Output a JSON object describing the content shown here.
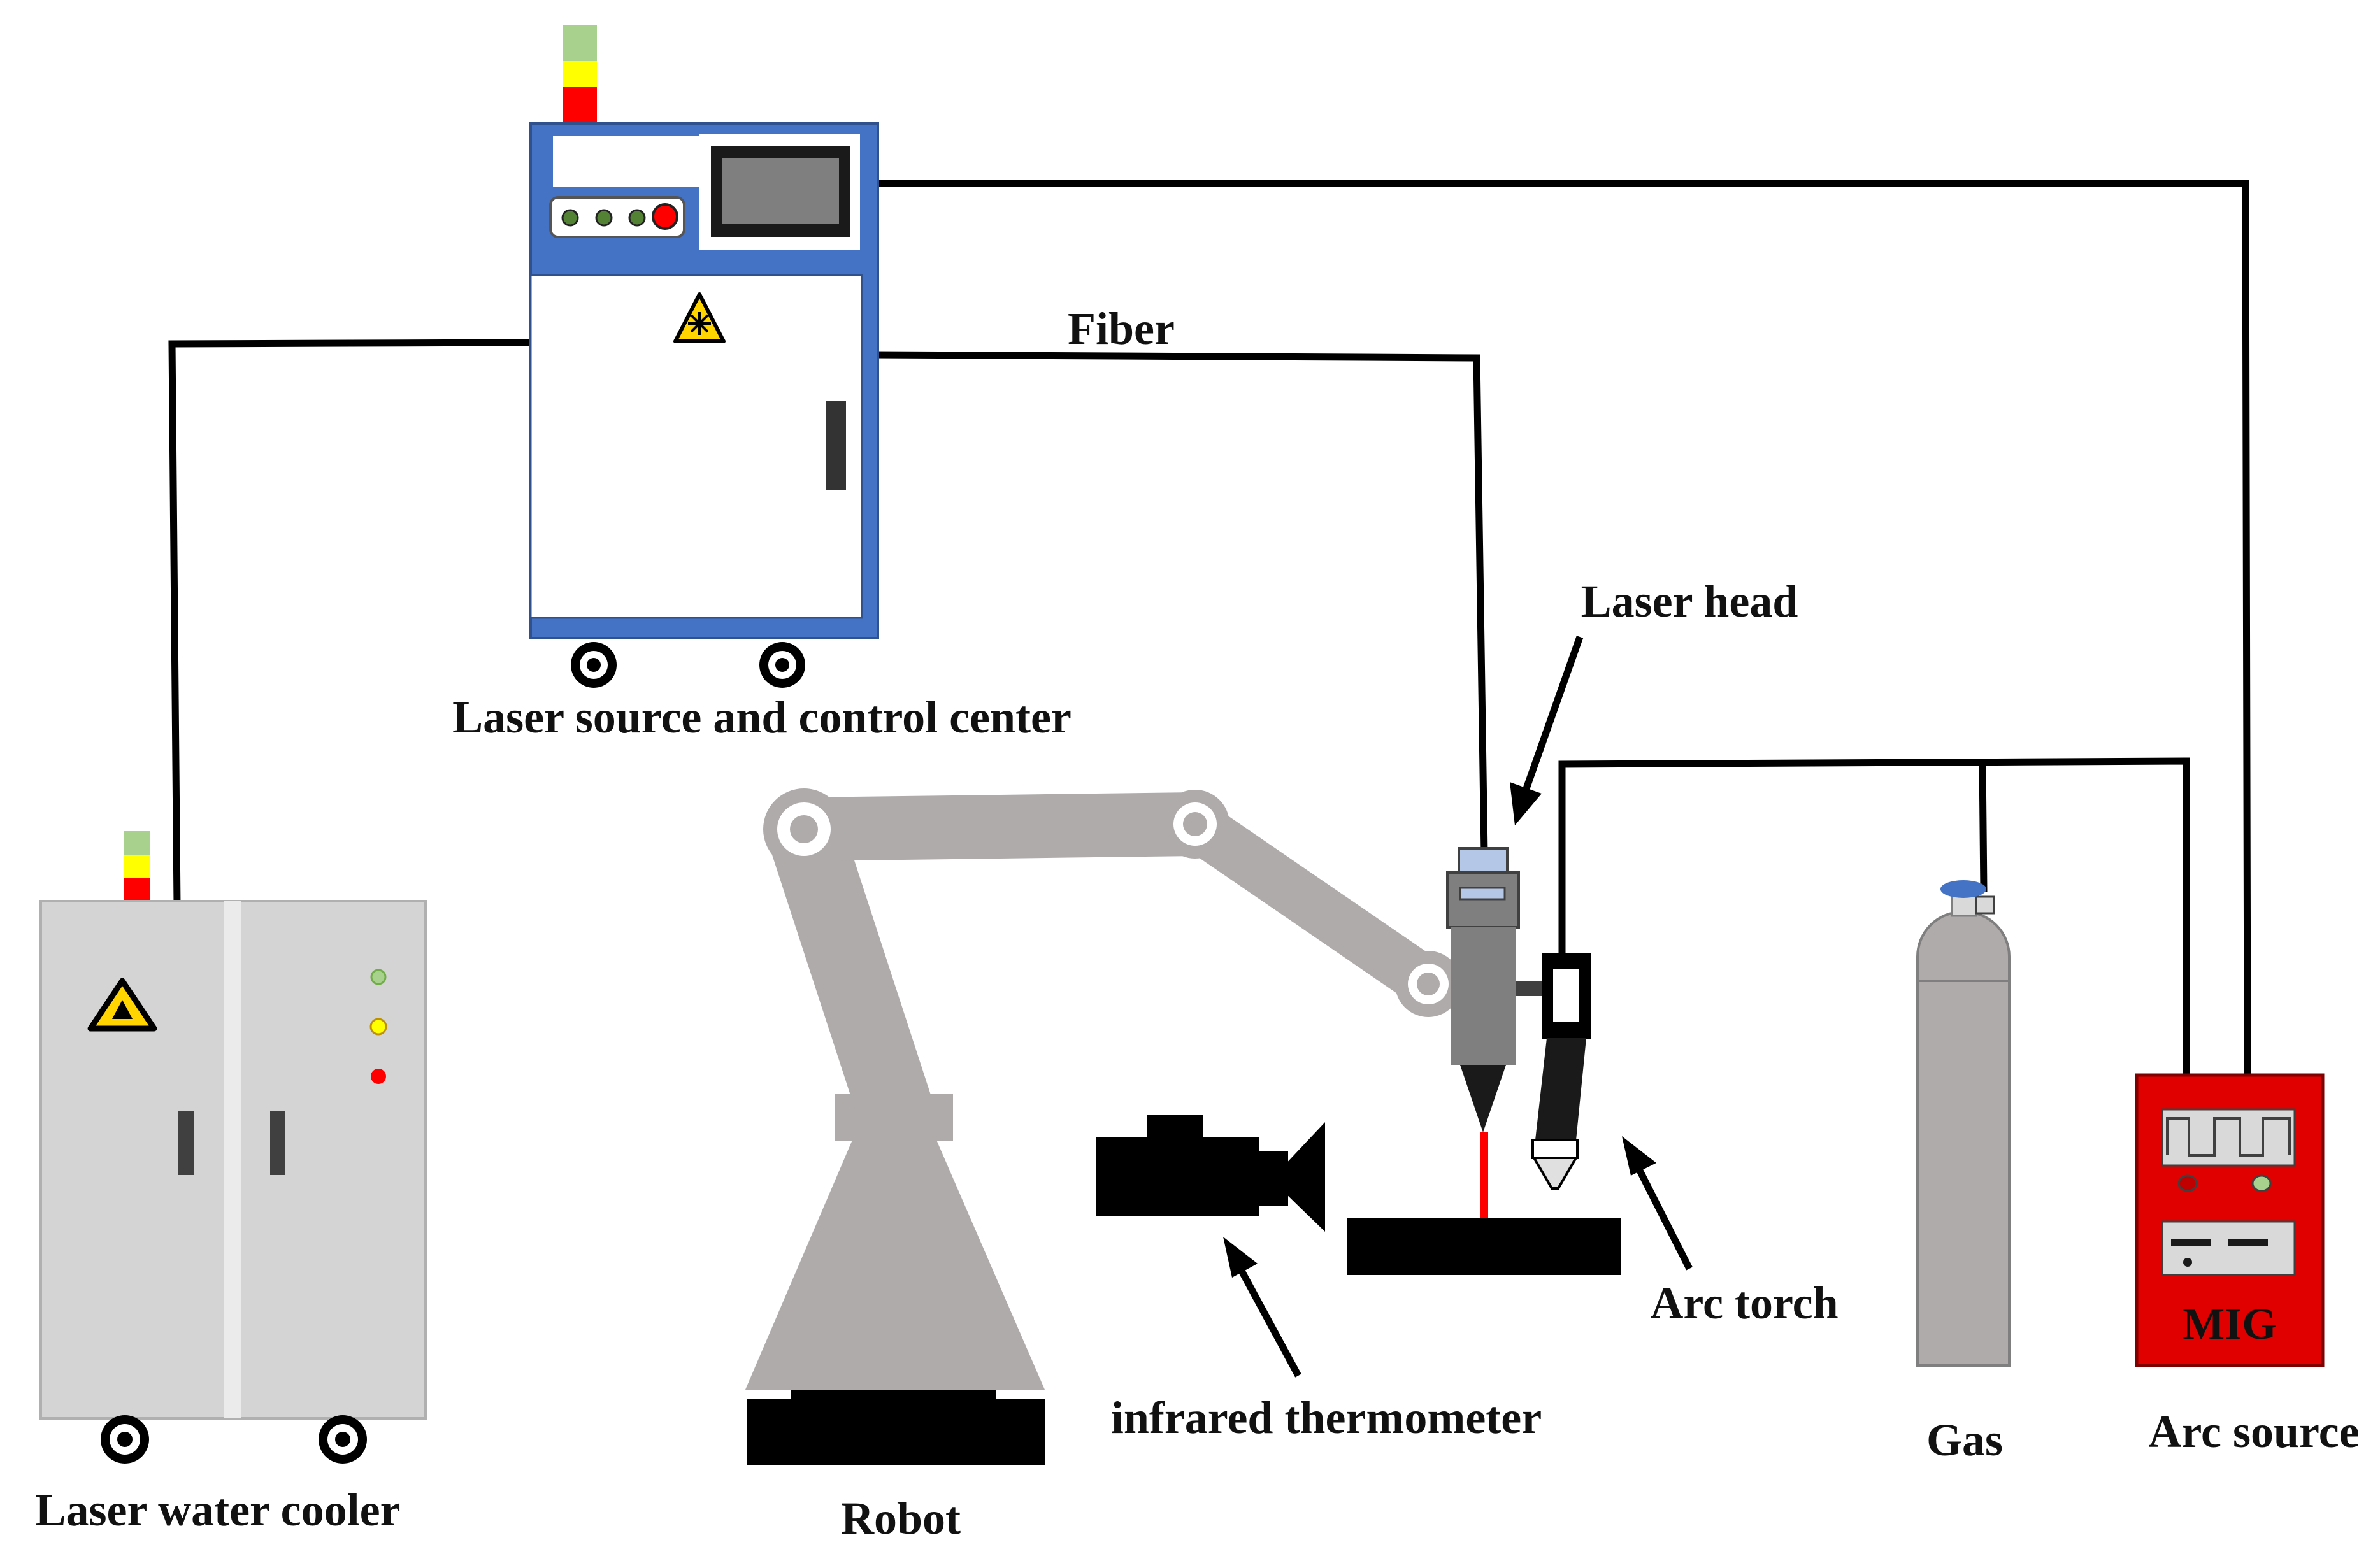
{
  "labels": {
    "laser_source": "Laser source and control center",
    "fiber": "Fiber",
    "laser_head": "Laser head",
    "water_cooler": "Laser water cooler",
    "robot": "Robot",
    "thermometer": "infrared thermometer",
    "arc_torch": "Arc torch",
    "gas": "Gas",
    "arc_source": "Arc source",
    "mig": "MIG"
  },
  "colors": {
    "cabinet_blue": "#4472c4",
    "cabinet_gray": "#d4d4d4",
    "robot_gray": "#afabab",
    "mig_red": "#e00000",
    "laser_beam": "#ff0000",
    "signal_green": "#a9d18e",
    "signal_yellow": "#ffff00",
    "signal_red": "#ff0000",
    "hazard_yellow": "#ffd400"
  }
}
